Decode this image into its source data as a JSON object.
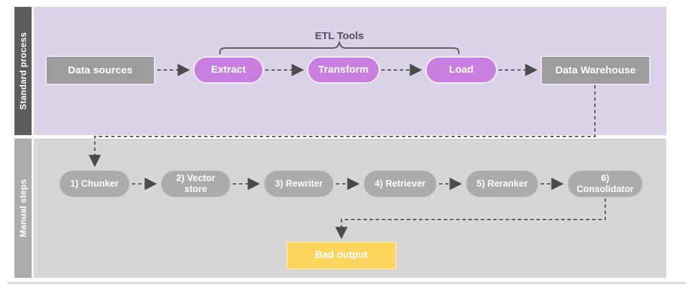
{
  "diagram": {
    "bracket_label": "ETL Tools",
    "lanes": [
      {
        "label": "Standard process"
      },
      {
        "label": "Manual steps"
      }
    ],
    "standard_process_nodes": [
      {
        "label": "Data sources",
        "shape": "rectangle"
      },
      {
        "label": "Extract",
        "shape": "pill"
      },
      {
        "label": "Transform",
        "shape": "pill"
      },
      {
        "label": "Load",
        "shape": "pill"
      },
      {
        "label": "Data Warehouse",
        "shape": "rectangle"
      }
    ],
    "manual_step_nodes": [
      {
        "label": "1) Chunker"
      },
      {
        "label": "2) Vector store"
      },
      {
        "label": "3) Rewriter"
      },
      {
        "label": "4) Retriever"
      },
      {
        "label": "5) Reranker"
      },
      {
        "label": "6) Consolidator"
      }
    ],
    "output_node": {
      "label": "Bad output"
    },
    "edges": [
      {
        "from": "Data sources",
        "to": "Extract",
        "style": "dashed-arrow"
      },
      {
        "from": "Extract",
        "to": "Transform",
        "style": "dashed-arrow"
      },
      {
        "from": "Transform",
        "to": "Load",
        "style": "dashed-arrow"
      },
      {
        "from": "Load",
        "to": "Data Warehouse",
        "style": "dashed-arrow"
      },
      {
        "from": "Data Warehouse",
        "to": "1) Chunker",
        "style": "dashed-elbow-arrow"
      },
      {
        "from": "1) Chunker",
        "to": "2) Vector store",
        "style": "dashed-arrow"
      },
      {
        "from": "2) Vector store",
        "to": "3) Rewriter",
        "style": "dashed-arrow"
      },
      {
        "from": "3) Rewriter",
        "to": "4) Retriever",
        "style": "dashed-arrow"
      },
      {
        "from": "4) Retriever",
        "to": "5) Reranker",
        "style": "dashed-arrow"
      },
      {
        "from": "5) Reranker",
        "to": "6) Consolidator",
        "style": "dashed-arrow"
      },
      {
        "from": "6) Consolidator",
        "to": "Bad output",
        "style": "dashed-elbow-arrow"
      }
    ],
    "colors": {
      "standard_lane_bg": "#d9d2e8",
      "standard_lane_strip": "#5d5d5d",
      "manual_lane_bg": "#d6d6d6",
      "manual_lane_strip": "#acacac",
      "etl_pill": "#c97ddf",
      "gray_rect_node": "#9c9c9c",
      "manual_pill": "#ababab",
      "bad_output_fill": "#fcd45c",
      "connector": "#5f5f5f"
    }
  }
}
